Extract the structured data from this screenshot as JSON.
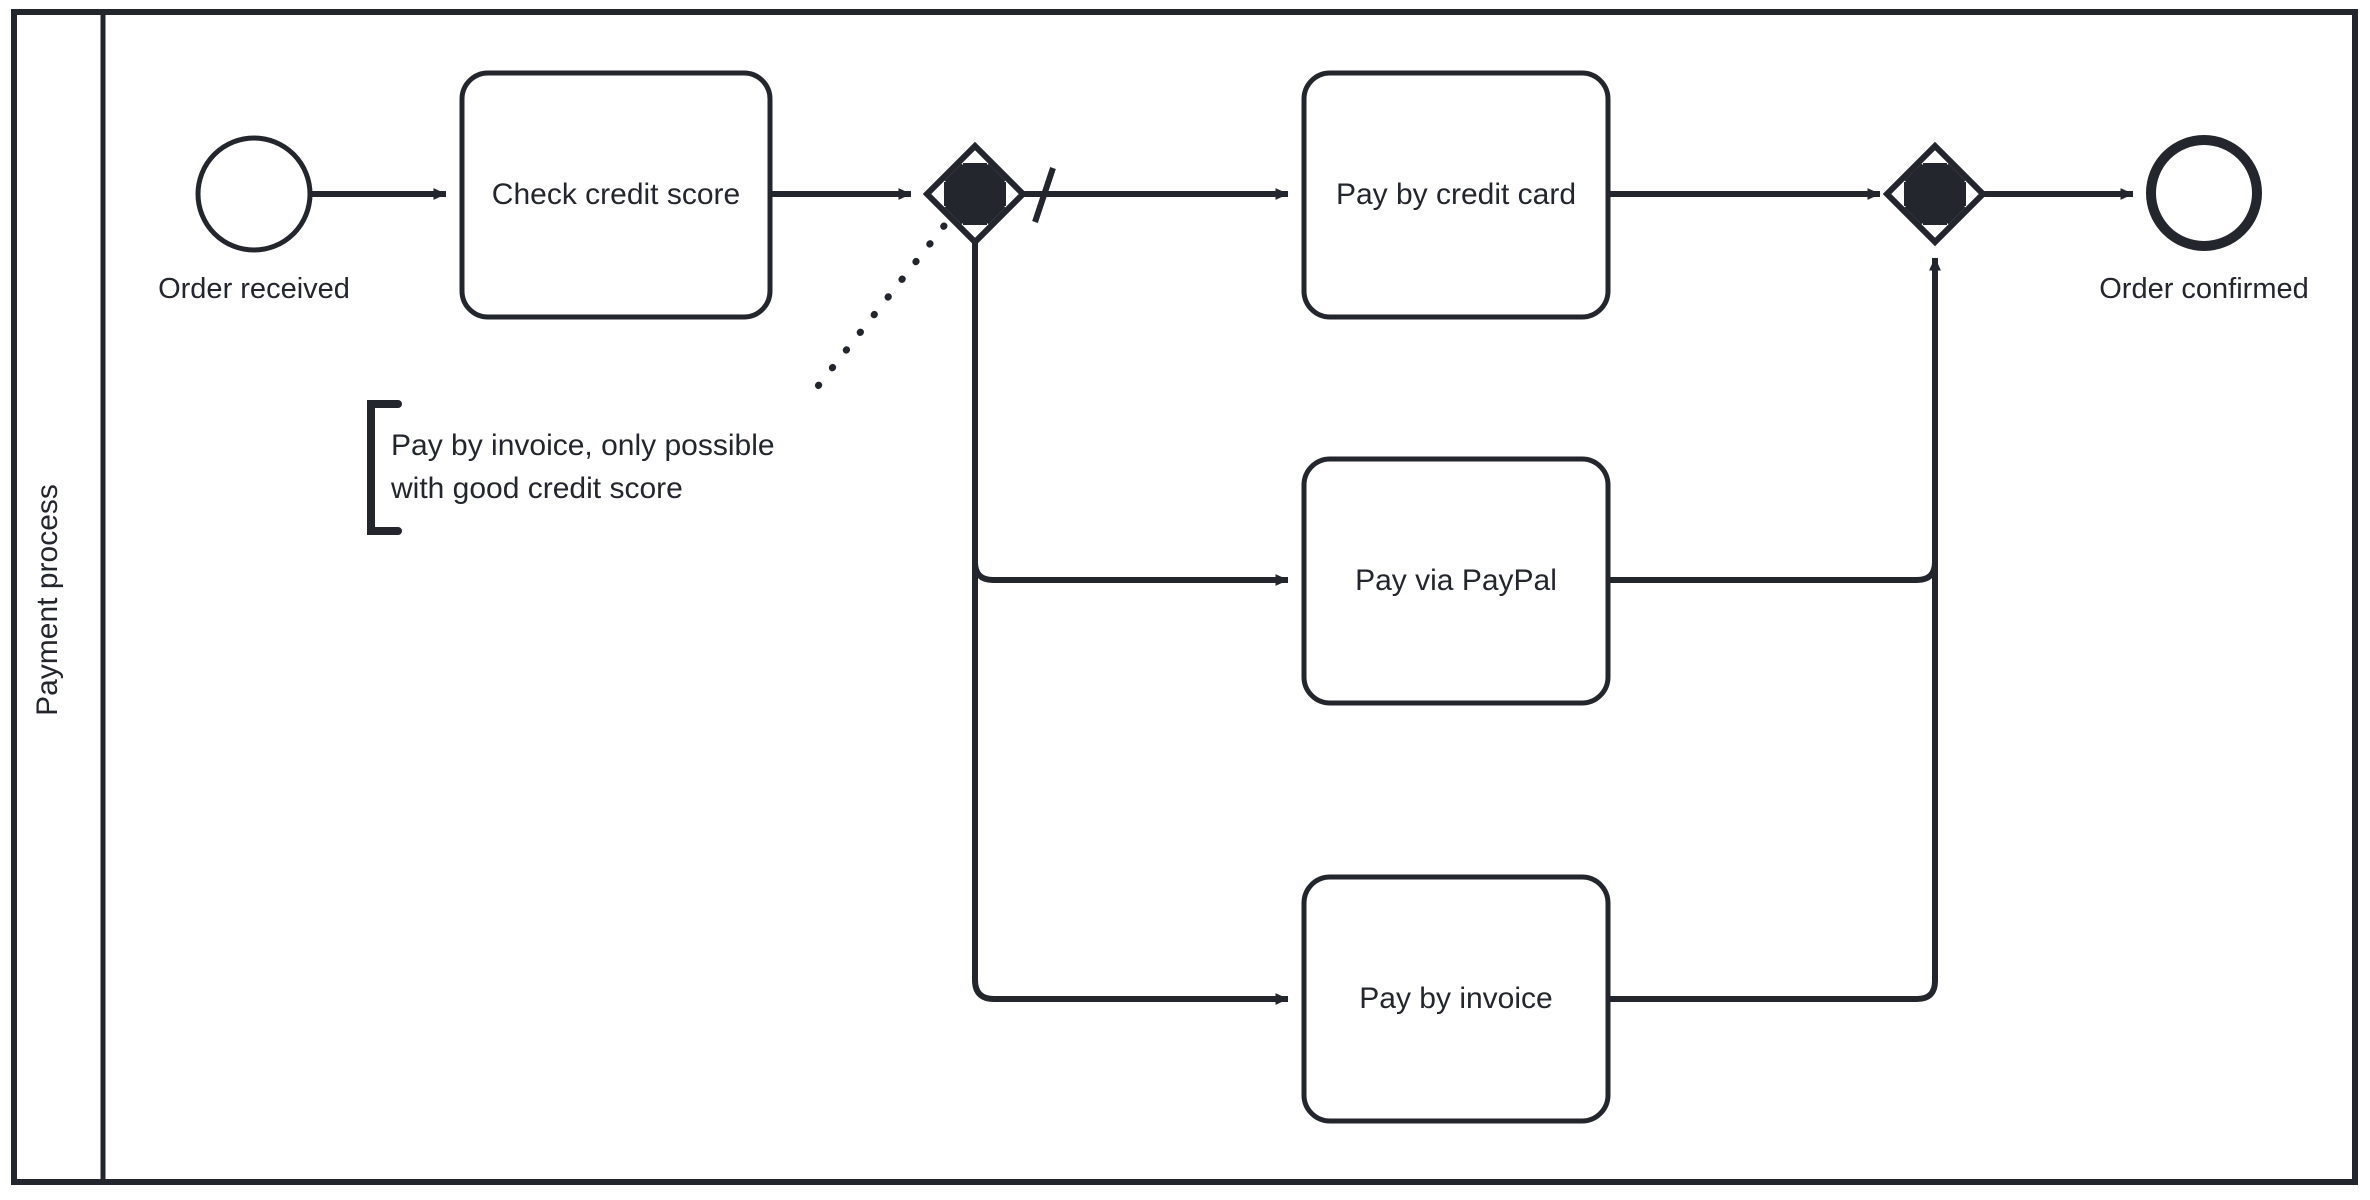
{
  "diagram": {
    "type": "bpmn-process-diagram",
    "pool": {
      "title": "Payment process"
    },
    "colors": {
      "stroke": "#24262d",
      "fill": "#ffffff",
      "text": "#24262d"
    },
    "events": [
      {
        "id": "start",
        "kind": "start-event",
        "label": "Order received"
      },
      {
        "id": "end",
        "kind": "end-event",
        "label": "Order confirmed"
      }
    ],
    "tasks": [
      {
        "id": "check-credit-score",
        "label": "Check credit\nscore"
      },
      {
        "id": "pay-by-credit-card",
        "label": "Pay by credit\ncard"
      },
      {
        "id": "pay-via-paypal",
        "label": "Pay via PayPal"
      },
      {
        "id": "pay-by-invoice",
        "label": "Pay by invoice"
      }
    ],
    "gateways": [
      {
        "id": "gateway-split",
        "kind": "complex-gateway",
        "marker": "asterisk",
        "label": ""
      },
      {
        "id": "gateway-join",
        "kind": "complex-gateway",
        "marker": "asterisk",
        "label": ""
      }
    ],
    "annotations": [
      {
        "id": "invoice-note",
        "text": "Pay by invoice, only possible\nwith good credit score",
        "attached_to": "gateway-split"
      }
    ],
    "flows": [
      {
        "from": "start",
        "to": "check-credit-score",
        "default": false
      },
      {
        "from": "check-credit-score",
        "to": "gateway-split",
        "default": false
      },
      {
        "from": "gateway-split",
        "to": "pay-by-credit-card",
        "default": true
      },
      {
        "from": "gateway-split",
        "to": "pay-via-paypal",
        "default": false
      },
      {
        "from": "gateway-split",
        "to": "pay-by-invoice",
        "default": false
      },
      {
        "from": "pay-by-credit-card",
        "to": "gateway-join",
        "default": false
      },
      {
        "from": "pay-via-paypal",
        "to": "gateway-join",
        "default": false
      },
      {
        "from": "pay-by-invoice",
        "to": "gateway-join",
        "default": false
      },
      {
        "from": "gateway-join",
        "to": "end",
        "default": false
      }
    ]
  }
}
